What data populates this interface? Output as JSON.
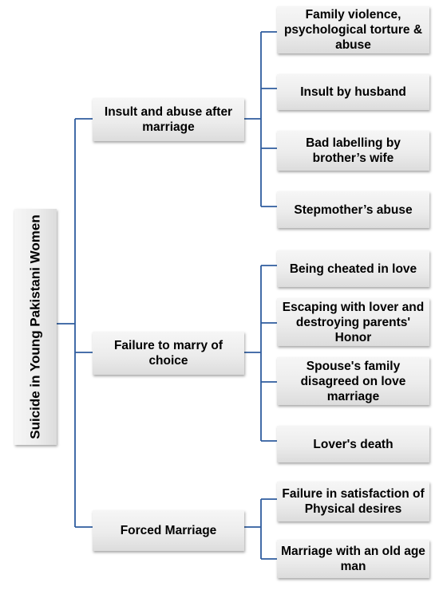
{
  "root": {
    "label": "Suicide in Young Pakistani Women"
  },
  "branches": [
    {
      "label": "Insult and abuse after marriage",
      "children": [
        "Family violence, psychological torture & abuse",
        "Insult by husband",
        "Bad labelling by brother’s wife",
        "Stepmother’s abuse"
      ]
    },
    {
      "label": "Failure to marry of choice",
      "children": [
        "Being cheated in love",
        "Escaping with lover and destroying parents' Honor",
        "Spouse's family disagreed on love marriage",
        "Lover's death"
      ]
    },
    {
      "label": "Forced Marriage",
      "children": [
        "Failure in satisfaction of Physical desires",
        "Marriage with an old age man"
      ]
    }
  ],
  "colors": {
    "connector": "#2e5c9e",
    "box_top": "#f6f6f6",
    "box_bottom": "#dcdcdc"
  }
}
